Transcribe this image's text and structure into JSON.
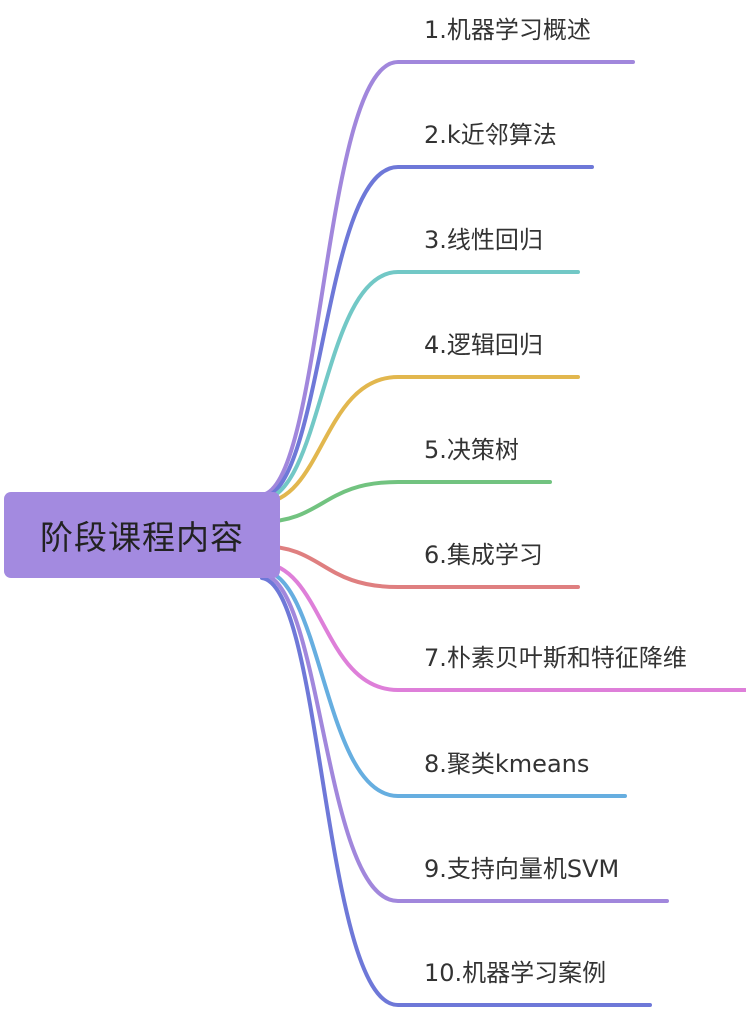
{
  "root": {
    "label": "阶段课程内容",
    "color": "#a38ae0"
  },
  "branches": [
    {
      "label": "1.机器学习概述",
      "color": "#a187dc"
    },
    {
      "label": "2.k近邻算法",
      "color": "#6e78d8"
    },
    {
      "label": "3.线性回归",
      "color": "#72c8c6"
    },
    {
      "label": "4.逻辑回归",
      "color": "#e2b74e"
    },
    {
      "label": "5.决策树",
      "color": "#72c380"
    },
    {
      "label": "6.集成学习",
      "color": "#df7f80"
    },
    {
      "label": "7.朴素贝叶斯和特征降维",
      "color": "#de7fd9"
    },
    {
      "label": "8.聚类kmeans",
      "color": "#66aee0"
    },
    {
      "label": "9.支持向量机SVM",
      "color": "#a187dc"
    },
    {
      "label": "10.机器学习案例",
      "color": "#6e78d8"
    }
  ]
}
